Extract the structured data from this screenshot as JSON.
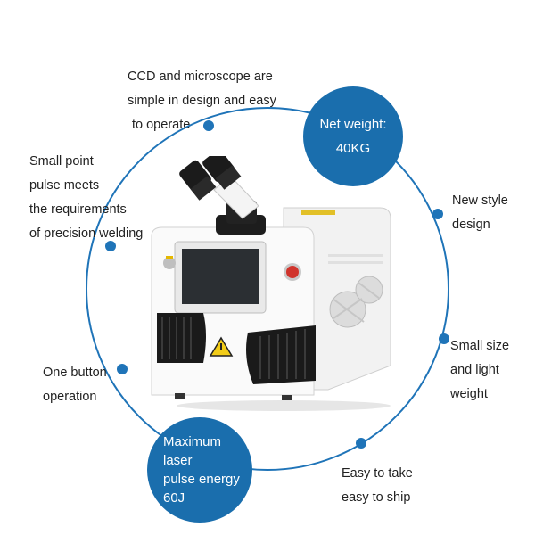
{
  "features": {
    "ccd": [
      "CCD and microscope are",
      "simple in design and easy",
      "to operate"
    ],
    "small_point": [
      "Small point",
      "pulse meets",
      "the requirements",
      "of precision welding"
    ],
    "new_style": [
      "New style",
      "design"
    ],
    "small_size": [
      "Small size",
      "and light",
      "weight"
    ],
    "one_button": [
      "One button",
      "operation"
    ],
    "easy_take": [
      "Easy to take",
      "easy to ship"
    ]
  },
  "bubbles": {
    "weight_title": "Net weight:",
    "weight_value": "40KG",
    "energy": [
      "Maximum laser",
      "pulse energy",
      "60J"
    ]
  },
  "colors": {
    "accent": "#1f74b8",
    "bubble": "#1a6ead"
  }
}
